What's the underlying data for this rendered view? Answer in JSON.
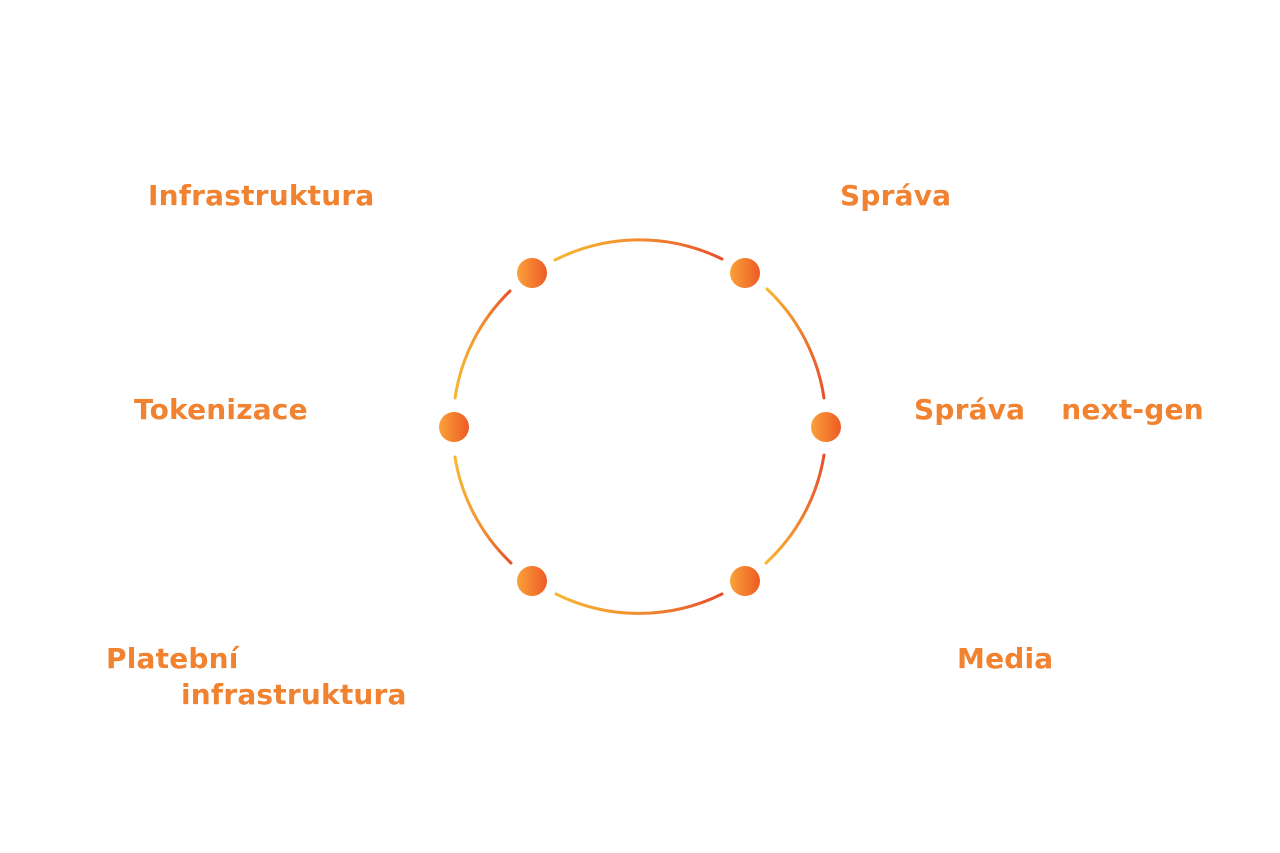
{
  "colors": {
    "text": "#F08230",
    "ring_left": "#F7B731",
    "ring_top": "#F28C30",
    "ring_right": "#E8502C",
    "node_light": "#F9A23A",
    "node_dark": "#EE5A24"
  },
  "labels": {
    "infrastruktura": "Infrastruktura",
    "sprava": "Správa",
    "tokenizace": "Tokenizace",
    "sprava_nextgen_a": "Správa",
    "sprava_nextgen_b": "next-gen",
    "platebni_a": "Platební",
    "platebni_b": "infrastruktura",
    "media": "Media"
  }
}
